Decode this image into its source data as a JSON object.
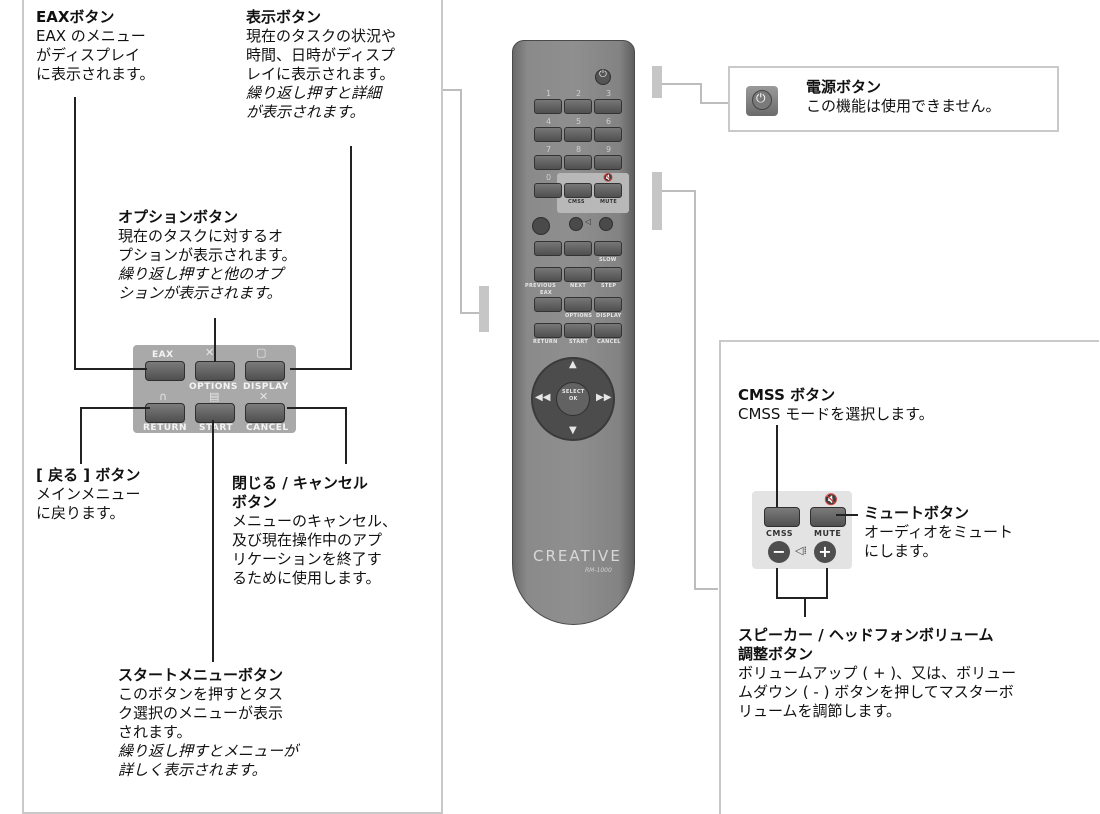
{
  "left_panel": {
    "eax": {
      "heading": "EAXボタン",
      "lines": [
        "EAX のメニュー",
        "がディスプレイ",
        "に表示されます。"
      ]
    },
    "display": {
      "heading": "表示ボタン",
      "lines": [
        "現在のタスクの状況や",
        "時間、日時がディスプ",
        "レイに表示されます。"
      ],
      "italic": [
        "繰り返し押すと詳細",
        "が表示されます。"
      ]
    },
    "options": {
      "heading": "オプションボタン",
      "lines": [
        "現在のタスクに対するオ",
        "プションが表示されます。"
      ],
      "italic": [
        "繰り返し押すと他のオプ",
        "ションが表示されます。"
      ]
    },
    "return": {
      "heading": "[ 戻る ] ボタン",
      "lines": [
        "メインメニュー",
        "に戻ります。"
      ]
    },
    "cancel": {
      "heading_lines": [
        "閉じる / キャンセル",
        "ボタン"
      ],
      "lines": [
        "メニューのキャンセル、",
        "及び現在操作中のアプ",
        "リケーションを終了す",
        "るために使用します。"
      ]
    },
    "start": {
      "heading": "スタートメニューボタン",
      "lines": [
        "このボタンを押すとタス",
        "ク選択のメニューが表示",
        "されます。"
      ],
      "italic": [
        "繰り返し押すとメニューが",
        "詳しく表示されます。"
      ]
    },
    "mini_labels": {
      "eax": "EAX",
      "options": "OPTIONS",
      "display": "DISPLAY",
      "return": "RETURN",
      "start": "START",
      "cancel": "CANCEL"
    }
  },
  "remote": {
    "brand": "CREATIVE",
    "model": "RM-1000",
    "numbers": [
      "1",
      "2",
      "3",
      "4",
      "5",
      "6",
      "7",
      "8",
      "9",
      "0"
    ],
    "labels": {
      "cmss": "CMSS",
      "mute": "MUTE",
      "previous": "PREVIOUS",
      "next": "NEXT",
      "slow": "SLOW",
      "step": "STEP",
      "eax": "EAX",
      "options": "OPTIONS",
      "display": "DISPLAY",
      "return": "RETURN",
      "start": "START",
      "cancel": "CANCEL",
      "select": "SELECT",
      "ok": "OK"
    }
  },
  "power_box": {
    "heading": "電源ボタン",
    "text": "この機能は使用できません。"
  },
  "right_panel": {
    "cmss": {
      "heading": "CMSS ボタン",
      "text": "CMSS モードを選択します。"
    },
    "mute": {
      "heading": "ミュートボタン",
      "lines": [
        "オーディオをミュート",
        "にします。"
      ]
    },
    "volume": {
      "heading_lines": [
        "スピーカー / ヘッドフォンボリューム",
        "調整ボタン"
      ],
      "lines": [
        "ボリュームアップ ( + )、又は、ボリュー",
        "ムダウン ( - ) ボタンを押してマスターボ",
        "リュームを調節します。"
      ]
    },
    "closeup_labels": {
      "cmss": "CMSS",
      "mute": "MUTE",
      "minus": "−",
      "plus": "+"
    }
  }
}
